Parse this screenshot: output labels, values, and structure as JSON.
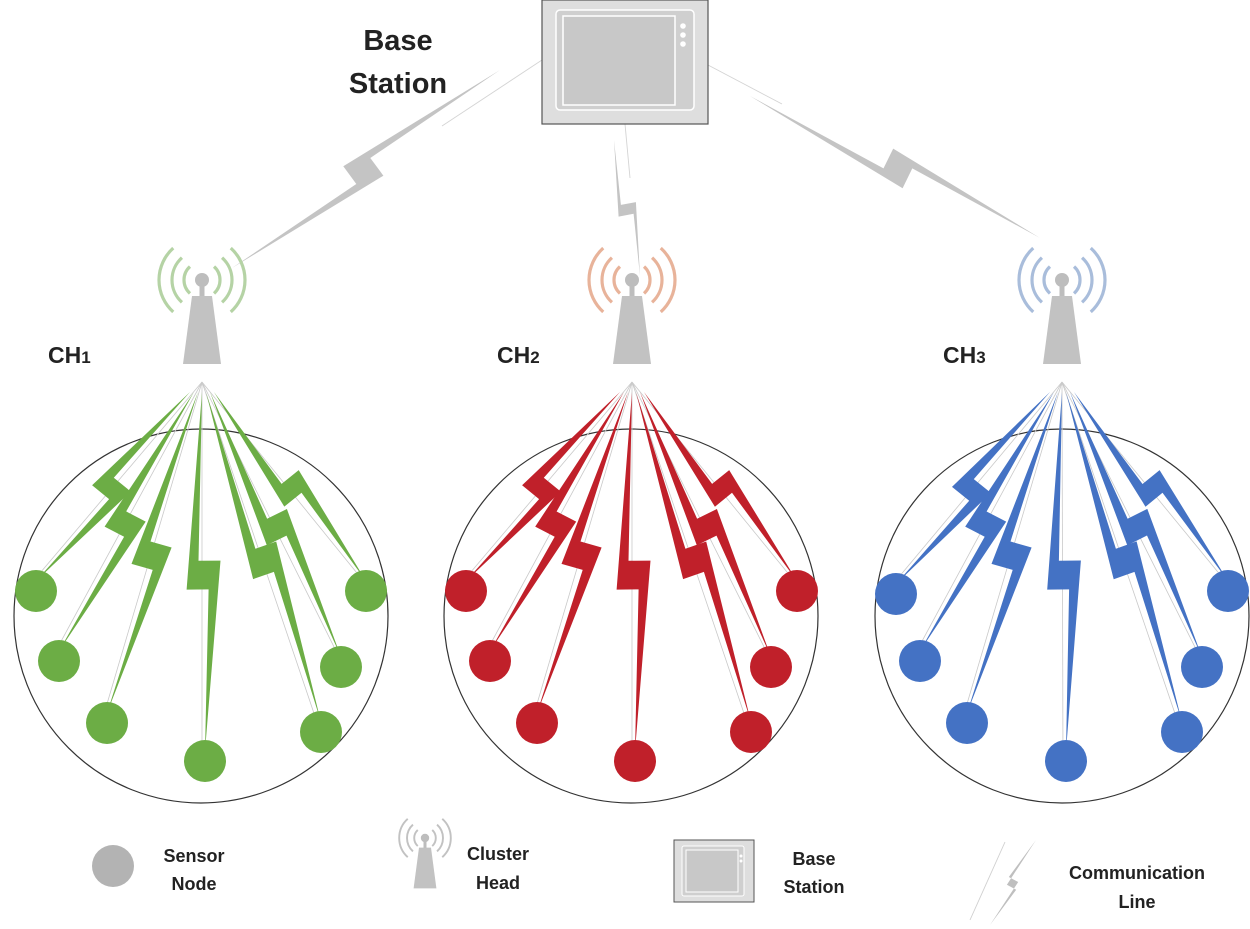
{
  "base_station": {
    "label_line1": "Base",
    "label_line2": "Station"
  },
  "clusters": [
    {
      "label_main": "CH",
      "label_sub": "1",
      "color": "#6cad45",
      "wave_color": "#b5d3a5"
    },
    {
      "label_main": "CH",
      "label_sub": "2",
      "color": "#c0202a",
      "wave_color": "#e8b39a"
    },
    {
      "label_main": "CH",
      "label_sub": "3",
      "color": "#4472c4",
      "wave_color": "#a9bddb"
    }
  ],
  "legend": {
    "sensor_node": {
      "line1": "Sensor",
      "line2": "Node"
    },
    "cluster_head": {
      "line1": "Cluster",
      "line2": "Head"
    },
    "base_station": {
      "line1": "Base",
      "line2": "Station"
    },
    "communication_line": {
      "line1": "Communication",
      "line2": "Line"
    }
  },
  "colors": {
    "device_gray": "#bdbdbd",
    "outline": "#333333",
    "link_gray": "#c4c4c4"
  },
  "icons": {
    "base_station": "monitor-icon",
    "cluster_head": "antenna-tower-icon",
    "sensor_node": "circle-icon",
    "communication_line": "lightning-bolt-icon"
  }
}
